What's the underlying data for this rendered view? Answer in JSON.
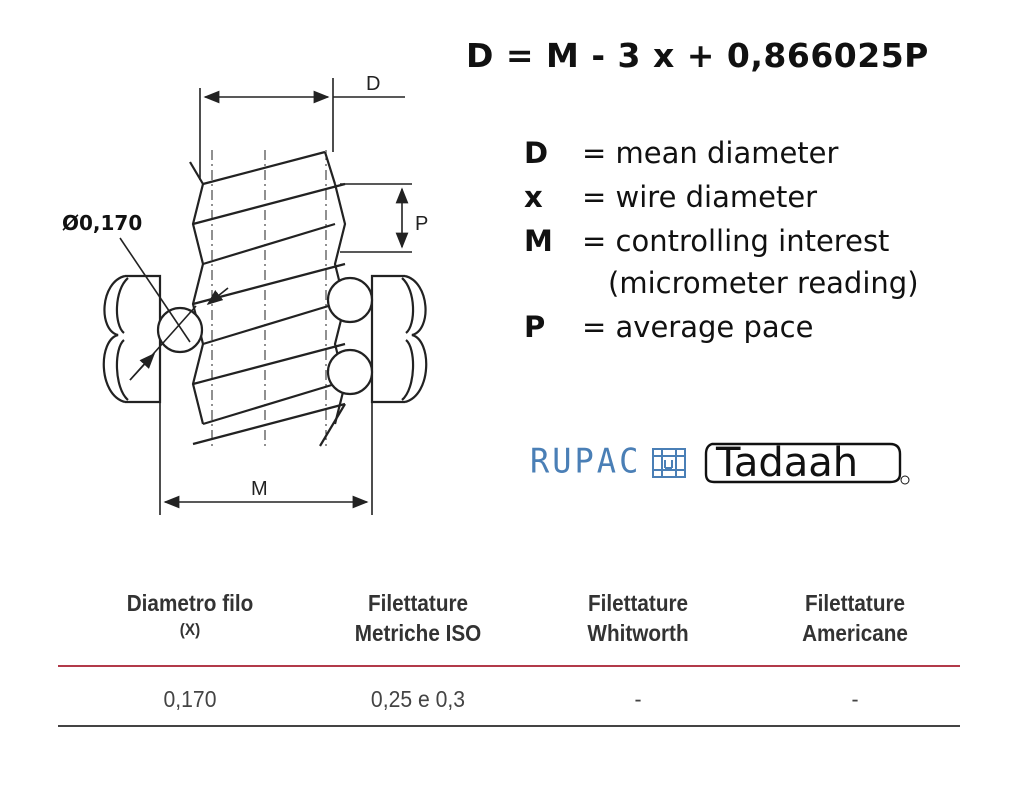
{
  "formula": "D = M - 3 x + 0,866025P",
  "legend": [
    {
      "symbol": "D",
      "definition": "= mean diameter"
    },
    {
      "symbol": "x",
      "definition": "= wire diameter"
    },
    {
      "symbol": "M",
      "definition": "= controlling interest"
    },
    {
      "symbol": "P",
      "definition": "= average pace"
    }
  ],
  "legend_continuation": "(micrometer reading)",
  "diagram": {
    "label_D": "D",
    "label_P": "P",
    "label_M": "M",
    "label_wire": "Ø0,170"
  },
  "logos": {
    "rupac": "RUPAC",
    "tadaah": "Tadaah"
  },
  "table": {
    "headers": [
      {
        "line1": "Diametro filo",
        "line2": "(X)"
      },
      {
        "line1": "Filettature",
        "line2": "Metriche ISO"
      },
      {
        "line1": "Filettature",
        "line2": "Whitworth"
      },
      {
        "line1": "Filettature",
        "line2": "Americane"
      }
    ],
    "rows": [
      [
        "0,170",
        "0,25 e 0,3",
        "-",
        "-"
      ]
    ]
  },
  "colors": {
    "accent_red": "#b23a4a",
    "rupac_blue": "#4a7fb6"
  }
}
